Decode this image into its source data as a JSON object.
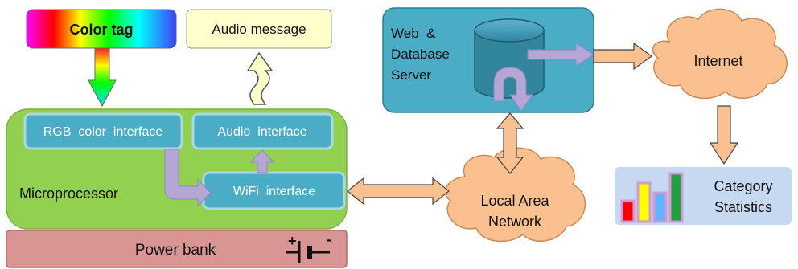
{
  "nodes": {
    "color_tag": "Color tag",
    "audio_message": "Audio message",
    "microprocessor": "Microprocessor",
    "rgb_interface": "RGB  color  interface",
    "audio_interface": "Audio  interface",
    "wifi_interface": "WiFi  interface",
    "power_bank": "Power bank",
    "server_line1": "Web  &",
    "server_line2": "Database",
    "server_line3": "Server",
    "internet": "Internet",
    "lan_line1": "Local Area",
    "lan_line2": "Network",
    "stats_line1": "Category",
    "stats_line2": "Statistics"
  },
  "battery": {
    "plus": "+",
    "minus": "-"
  },
  "colors": {
    "microprocessor_fill": "#92d050",
    "interface_fill": "#4bacc6",
    "server_fill": "#4bacc6",
    "cloud_fill": "#fac090",
    "power_bank_fill": "#d99594",
    "audio_message_fill": "#ffffcc",
    "stats_panel_fill": "#c6d9f1",
    "purple_arrow": "#b4a7d6"
  }
}
